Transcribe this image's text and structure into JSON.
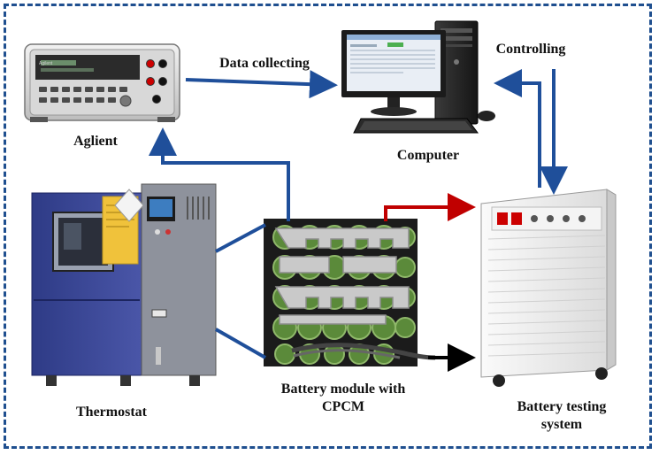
{
  "labels": {
    "aglient": "Aglient",
    "data_collecting": "Data collecting",
    "computer": "Computer",
    "controlling": "Controlling",
    "thermostat": "Thermostat",
    "battery_module_line1": "Battery module with",
    "battery_module_line2": "CPCM",
    "battery_testing_line1": "Battery testing",
    "battery_testing_line2": "system"
  },
  "colors": {
    "frame": "#1f4f8f",
    "connector_blue": "#1f4f9a",
    "power_positive": "#c00000",
    "power_negative": "#000000"
  }
}
